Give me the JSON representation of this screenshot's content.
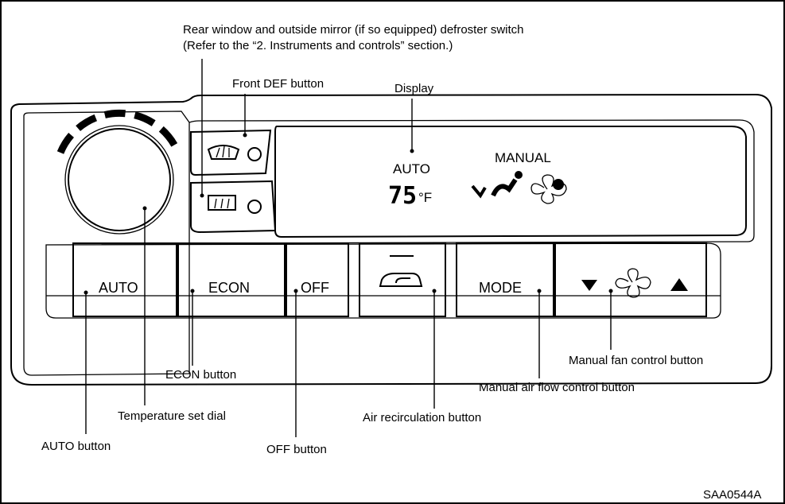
{
  "labels": {
    "defroster_line1": "Rear window and outside mirror (if so equipped) defroster switch",
    "defroster_line2": "(Refer to the “2. Instruments and controls” section.)",
    "front_def": "Front DEF button",
    "display": "Display",
    "econ": "ECON button",
    "temp_dial": "Temperature set dial",
    "auto": "AUTO button",
    "off": "OFF button",
    "recirc": "Air recirculation button",
    "air_flow": "Manual air flow control button",
    "fan": "Manual fan control button",
    "code": "SAA0544A"
  },
  "buttons": {
    "auto": "AUTO",
    "econ": "ECON",
    "off": "OFF",
    "mode": "MODE"
  },
  "display": {
    "auto": "AUTO",
    "manual": "MANUAL",
    "temperature": "75",
    "unit": "°F"
  },
  "icons": [
    "front-defrost-icon",
    "rear-defrost-icon",
    "recirculation-icon",
    "air-flow-icon",
    "fan-icon",
    "down-arrow-icon",
    "up-arrow-icon"
  ]
}
